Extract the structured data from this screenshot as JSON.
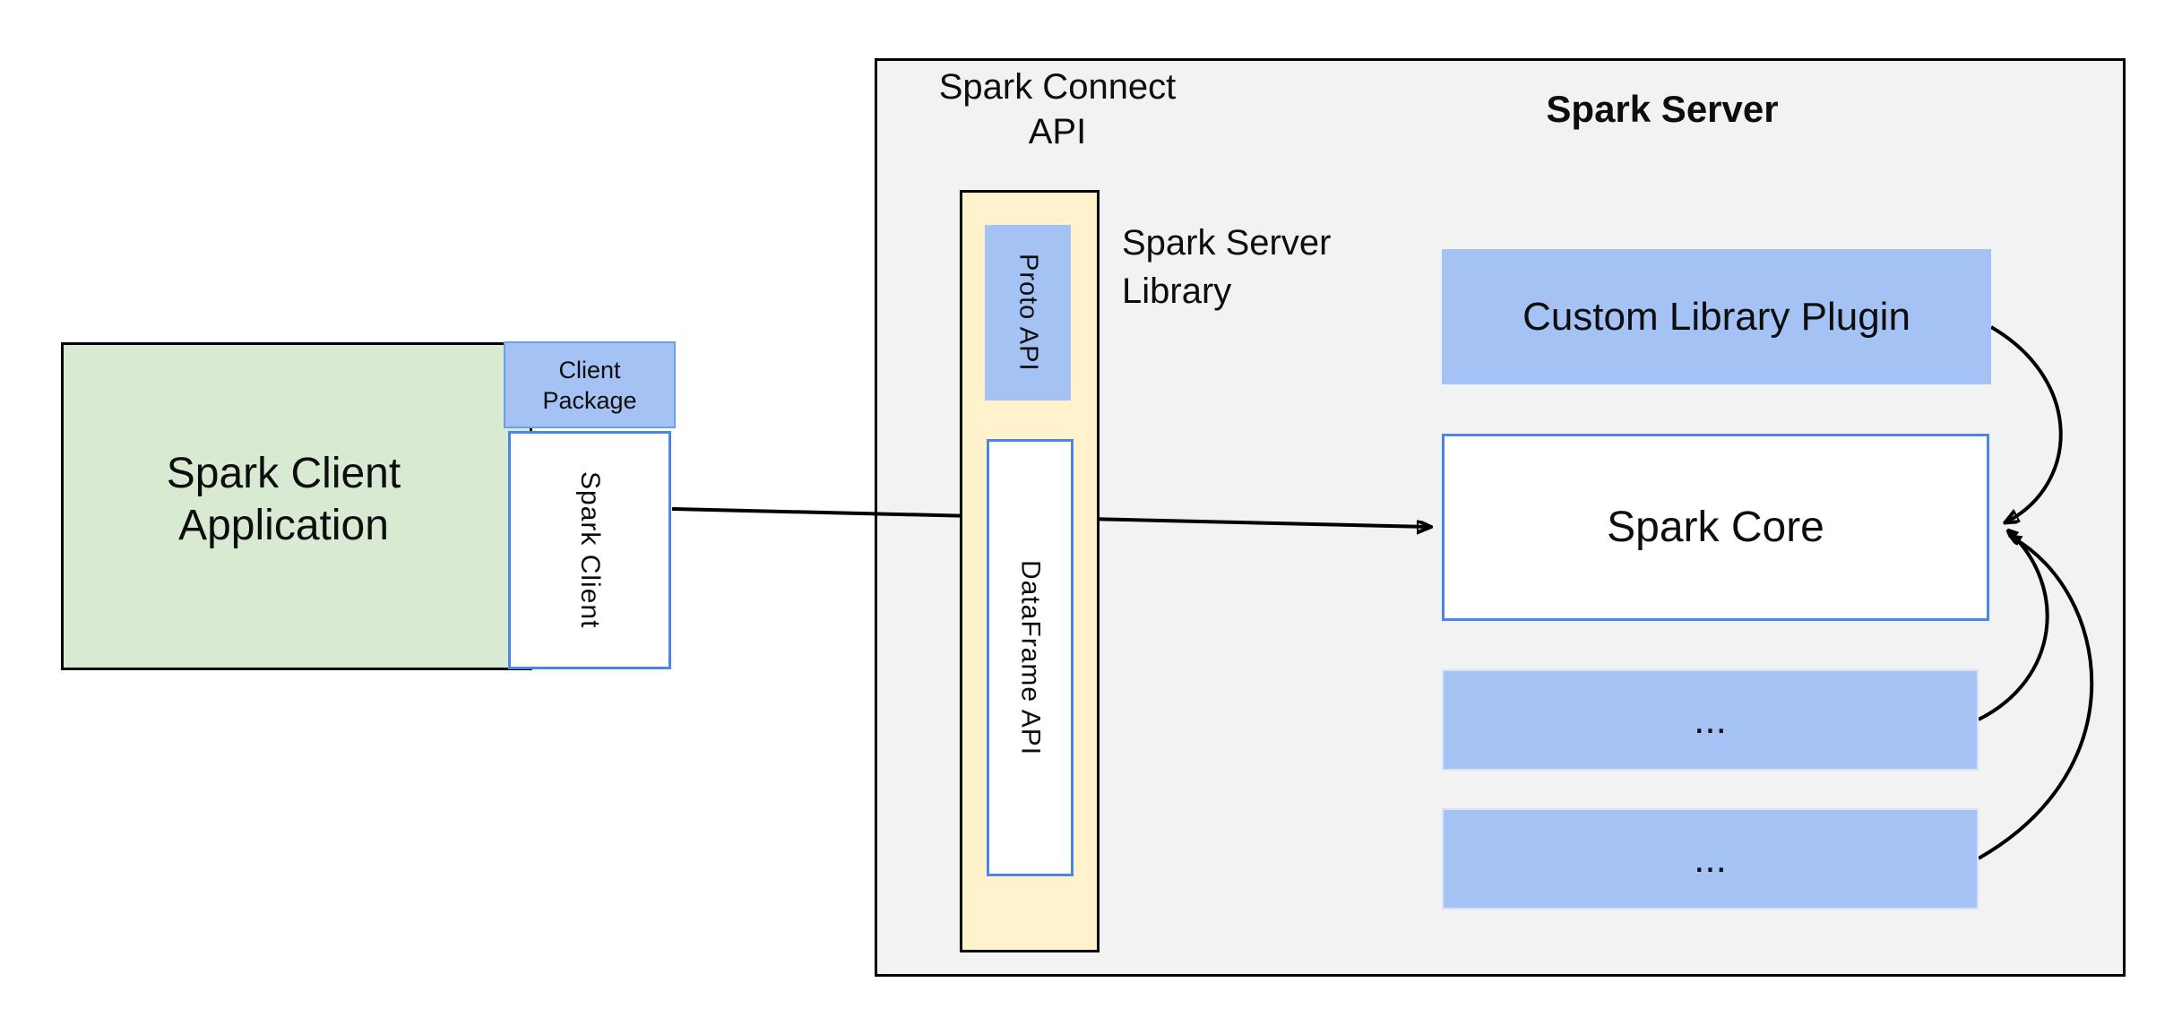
{
  "client": {
    "app_line1": "Spark Client",
    "app_line2": "Application",
    "package_line1": "Client",
    "package_line2": "Package",
    "spark_client": "Spark Client"
  },
  "spark_connect": {
    "title_line1": "Spark Connect",
    "title_line2": "API",
    "proto": "Proto API",
    "dataframe": "DataFrame API",
    "library_line1": "Spark Server",
    "library_line2": "Library"
  },
  "server": {
    "title": "Spark Server",
    "plugin": "Custom Library Plugin",
    "core": "Spark Core",
    "module1": "...",
    "module2": "..."
  },
  "icons": {
    "arrowhead": "filled-triangle-arrowhead"
  },
  "colors": {
    "blue_fill": "#a4c2f4",
    "blue_border": "#4a86e8",
    "package_border": "#6d9eeb",
    "green_fill": "#d9ead3",
    "yellow_fill": "#fff2cc",
    "gray_fill": "#f2f2f2",
    "line": "#000000"
  }
}
